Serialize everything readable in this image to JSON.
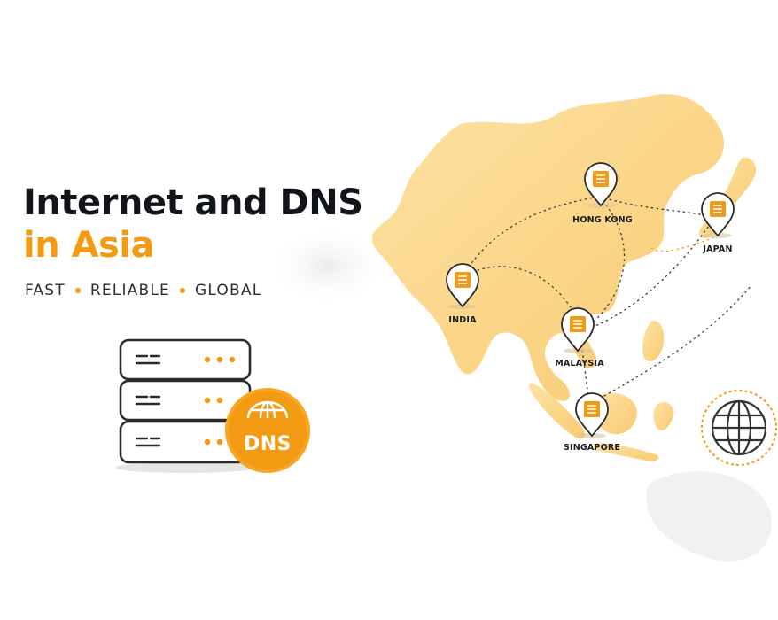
{
  "hero": {
    "title_line1": "Internet and DNS",
    "title_line2": "in Asia",
    "tagline": [
      "FAST",
      "RELIABLE",
      "GLOBAL"
    ]
  },
  "server_badge": {
    "label": "DNS",
    "icon": "globe-icon"
  },
  "map": {
    "locations": [
      {
        "name": "HONG KONG"
      },
      {
        "name": "JAPAN"
      },
      {
        "name": "INDIA"
      },
      {
        "name": "MALAYSIA"
      },
      {
        "name": "SINGAPORE"
      }
    ],
    "corner_icon": "globe-icon"
  },
  "colors": {
    "accent": "#f29a12",
    "map_fill": "#fbd98a",
    "text_dark": "#111418",
    "outline": "#2b2b2b"
  }
}
